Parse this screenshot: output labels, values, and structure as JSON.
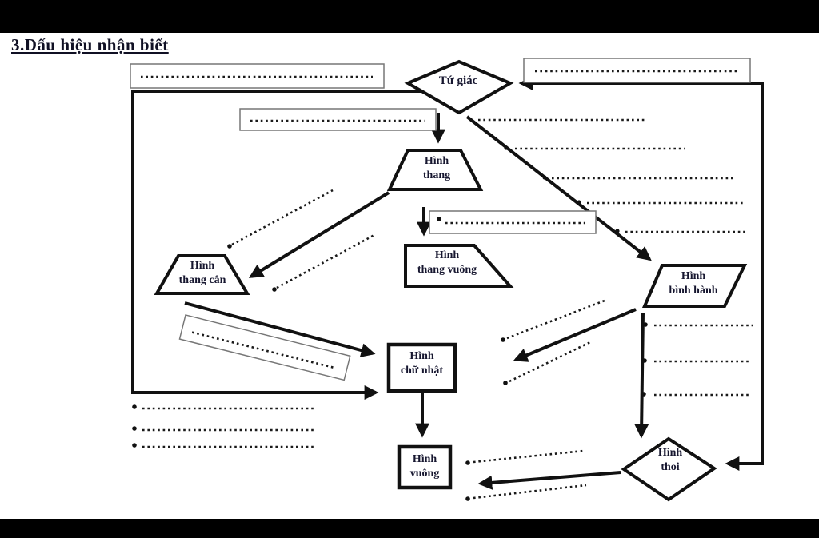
{
  "title": "3.Dấu hiệu nhận biết",
  "nodes": {
    "tu_giac": {
      "label": "Tứ giác"
    },
    "hinh_thang": {
      "line1": "Hình",
      "line2": "thang"
    },
    "hinh_thang_can": {
      "line1": "Hình",
      "line2": "thang cân"
    },
    "hinh_thang_vuong": {
      "line1": "Hình",
      "line2": "thang vuông"
    },
    "hinh_binh_hanh": {
      "line1": "Hình",
      "line2": "bình hành"
    },
    "hinh_chu_nhat": {
      "line1": "Hình",
      "line2": "chữ nhật"
    },
    "hinh_vuong": {
      "line1": "Hình",
      "line2": "vuông"
    },
    "hinh_thoi": {
      "line1": "Hình",
      "line2": "thoi"
    }
  },
  "colors": {
    "ink": "#111111",
    "label_text": "#16162f",
    "bar": "#000000",
    "background": "#ffffff",
    "blank_box_border": "#777777"
  }
}
